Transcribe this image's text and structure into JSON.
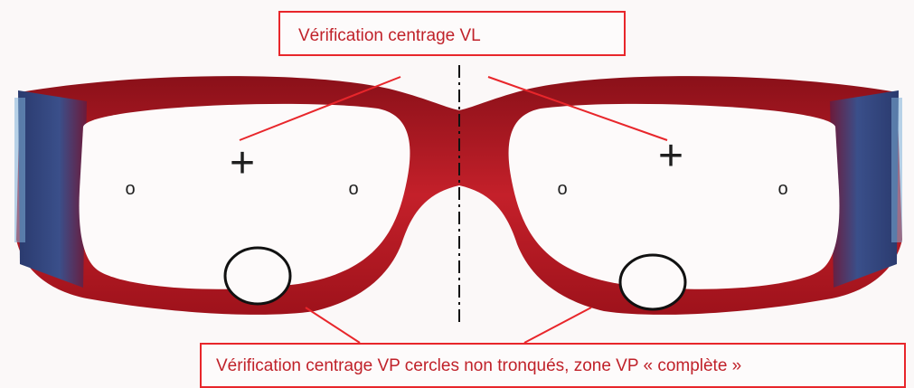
{
  "labels": {
    "vl": "Vérification centrage   VL",
    "vp": "Vérification centrage   VP cercles non tronqués, zone VP « complète »"
  },
  "marks": {
    "cross": "+",
    "dot": "o"
  },
  "colors": {
    "annotation_red": "#e8262b",
    "frame_red": "#b0161f",
    "temple_blue": "#2b3d73"
  }
}
